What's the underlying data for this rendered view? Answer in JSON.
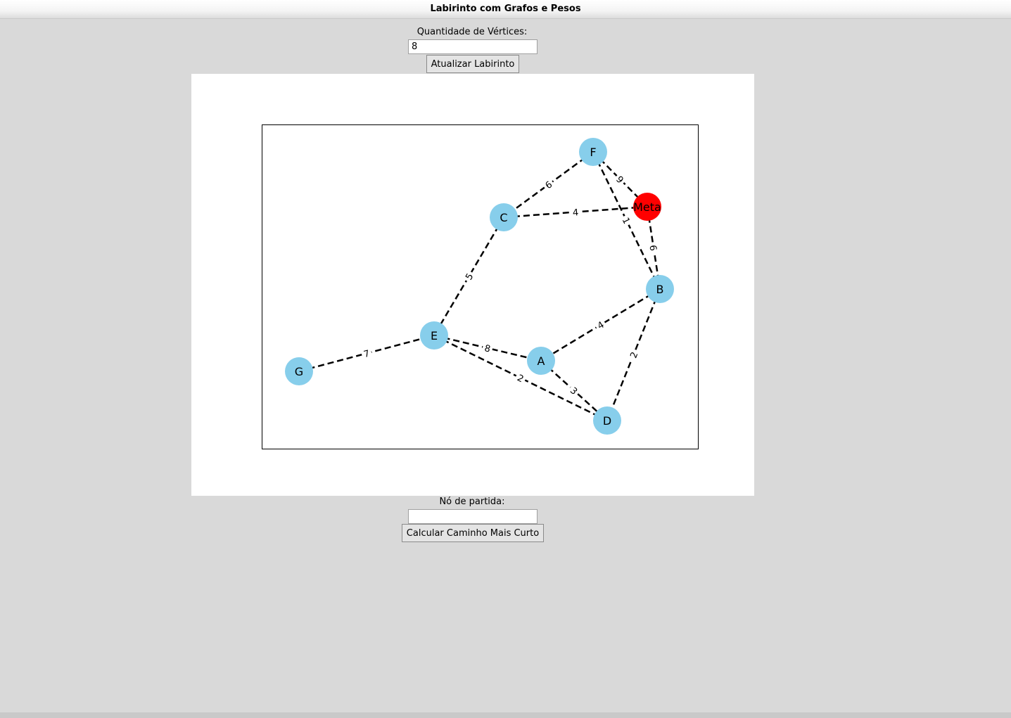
{
  "window": {
    "title": "Labirinto com Grafos e Pesos"
  },
  "controls": {
    "vertices_label": "Quantidade de Vértices:",
    "vertices_value": "8",
    "update_button": "Atualizar Labirinto",
    "start_label": "Nó de partida:",
    "start_value": "",
    "calculate_button": "Calcular Caminho Mais Curto"
  },
  "graph": {
    "goal_node": "Meta",
    "node_color": "#87ceeb",
    "goal_color": "#ff0000",
    "edge_style": "dashed",
    "nodes": [
      "F",
      "Meta",
      "C",
      "B",
      "E",
      "A",
      "G",
      "D"
    ],
    "edges": [
      {
        "from": "F",
        "to": "C",
        "weight": "6"
      },
      {
        "from": "F",
        "to": "Meta",
        "weight": "9"
      },
      {
        "from": "F",
        "to": "B",
        "weight": "1"
      },
      {
        "from": "C",
        "to": "Meta",
        "weight": "4"
      },
      {
        "from": "Meta",
        "to": "B",
        "weight": "6"
      },
      {
        "from": "C",
        "to": "E",
        "weight": "5"
      },
      {
        "from": "B",
        "to": "A",
        "weight": "4"
      },
      {
        "from": "B",
        "to": "D",
        "weight": "2"
      },
      {
        "from": "E",
        "to": "A",
        "weight": "8"
      },
      {
        "from": "E",
        "to": "D",
        "weight": "2"
      },
      {
        "from": "A",
        "to": "D",
        "weight": "3"
      },
      {
        "from": "G",
        "to": "E",
        "weight": "7"
      }
    ]
  }
}
